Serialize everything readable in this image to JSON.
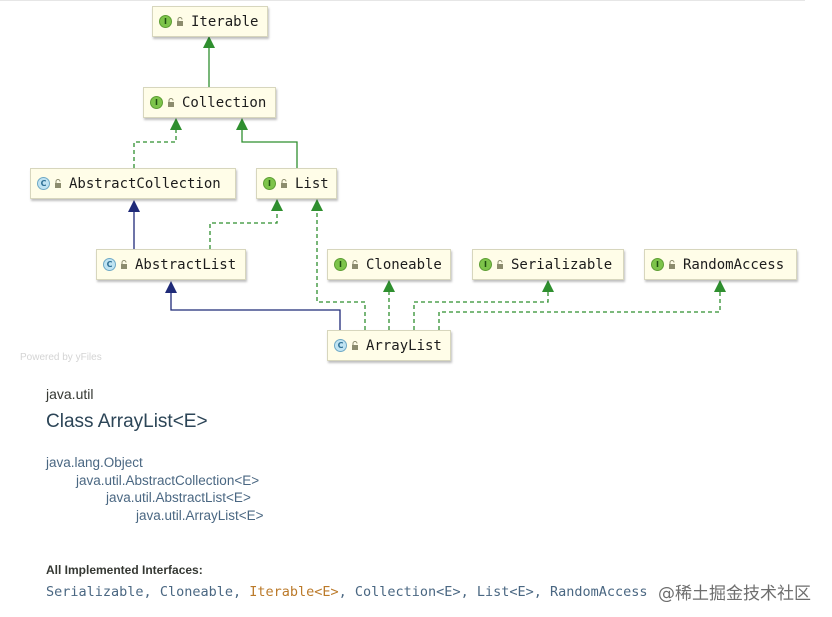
{
  "diagram": {
    "nodes": {
      "iterable": {
        "label": "Iterable",
        "kind": "interface"
      },
      "collection": {
        "label": "Collection",
        "kind": "interface"
      },
      "abstract_collection": {
        "label": "AbstractCollection",
        "kind": "class"
      },
      "list": {
        "label": "List",
        "kind": "interface"
      },
      "abstract_list": {
        "label": "AbstractList",
        "kind": "class"
      },
      "cloneable": {
        "label": "Cloneable",
        "kind": "interface"
      },
      "serializable": {
        "label": "Serializable",
        "kind": "interface"
      },
      "random_access": {
        "label": "RandomAccess",
        "kind": "interface"
      },
      "array_list": {
        "label": "ArrayList",
        "kind": "class"
      }
    },
    "icon_letters": {
      "interface": "I",
      "class": "C"
    },
    "faded_credit": "Powered by yFiles",
    "colors": {
      "interface_extends": "#2f8f2f",
      "implements_dashed": "#2f8f2f",
      "class_extends": "#1f2a78",
      "node_fill": "#fffde8"
    }
  },
  "doc": {
    "package": "java.util",
    "class_title": "Class ArrayList<E>",
    "hierarchy": [
      "java.lang.Object",
      "java.util.AbstractCollection<E>",
      "java.util.AbstractList<E>",
      "java.util.ArrayList<E>"
    ],
    "implemented_heading": "All Implemented Interfaces:",
    "interfaces": [
      {
        "name": "Serializable",
        "sep": ", "
      },
      {
        "name": "Cloneable",
        "sep": ", "
      },
      {
        "name": "Iterable<E>",
        "sep": ", ",
        "color": "orange"
      },
      {
        "name": "Collection<E>",
        "sep": ", "
      },
      {
        "name": "List<E>",
        "sep": ", "
      },
      {
        "name": "RandomAccess",
        "sep": ""
      }
    ]
  },
  "watermark": "@稀土掘金技术社区"
}
